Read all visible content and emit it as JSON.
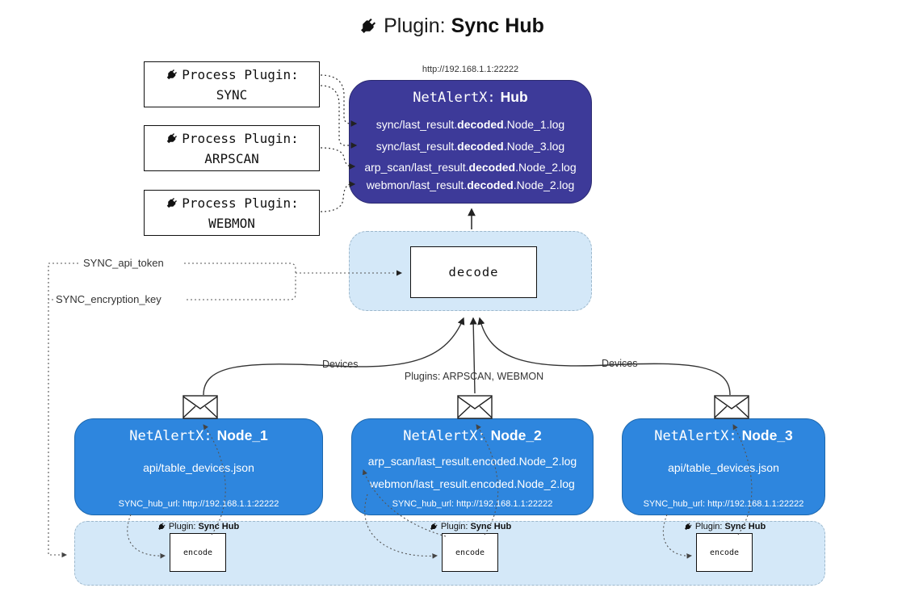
{
  "title": {
    "label": "Plugin:",
    "name": "Sync Hub"
  },
  "process_plugins": [
    {
      "label": "Process Plugin:",
      "name": "SYNC"
    },
    {
      "label": "Process Plugin:",
      "name": "ARPSCAN"
    },
    {
      "label": "Process Plugin:",
      "name": "WEBMON"
    }
  ],
  "hub": {
    "url": "http://192.168.1.1:22222",
    "title": {
      "prefix": "NetAlertX:",
      "name": "Hub"
    },
    "lines": [
      {
        "pre": "sync/last_result.",
        "bold": "decoded",
        "post": ".Node_1.log"
      },
      {
        "pre": "sync/last_result.",
        "bold": "decoded",
        "post": ".Node_3.log"
      },
      {
        "pre": "arp_scan/last_result.",
        "bold": "decoded",
        "post": ".Node_2.log"
      },
      {
        "pre": "webmon/last_result.",
        "bold": "decoded",
        "post": ".Node_2.log"
      }
    ]
  },
  "decode": {
    "label": "decode"
  },
  "config_labels": {
    "api_token": "SYNC_api_token",
    "encryption_key": "SYNC_encryption_key"
  },
  "edge_labels": {
    "left": "Devices",
    "middle": "Plugins: ARPSCAN, WEBMON",
    "right": "Devices"
  },
  "nodes": [
    {
      "title": {
        "prefix": "NetAlertX:",
        "name": "Node_1"
      },
      "lines": [
        "api/table_devices.json"
      ],
      "footer": "SYNC_hub_url: http://192.168.1.1:22222"
    },
    {
      "title": {
        "prefix": "NetAlertX:",
        "name": "Node_2"
      },
      "lines": [
        "arp_scan/last_result.encoded.Node_2.log",
        "webmon/last_result.encoded.Node_2.log"
      ],
      "footer": "SYNC_hub_url: http://192.168.1.1:22222"
    },
    {
      "title": {
        "prefix": "NetAlertX:",
        "name": "Node_3"
      },
      "lines": [
        "api/table_devices.json"
      ],
      "footer": "SYNC_hub_url: http://192.168.1.1:22222"
    }
  ],
  "encode": {
    "plugin_label": "Plugin:",
    "plugin_name": "Sync Hub",
    "box_label": "encode"
  },
  "colors": {
    "hub_bg": "#3d3a99",
    "node_bg": "#2e86de",
    "panel_bg": "#d4e8f8",
    "panel_border": "#9db8cc",
    "line": "#333333"
  }
}
